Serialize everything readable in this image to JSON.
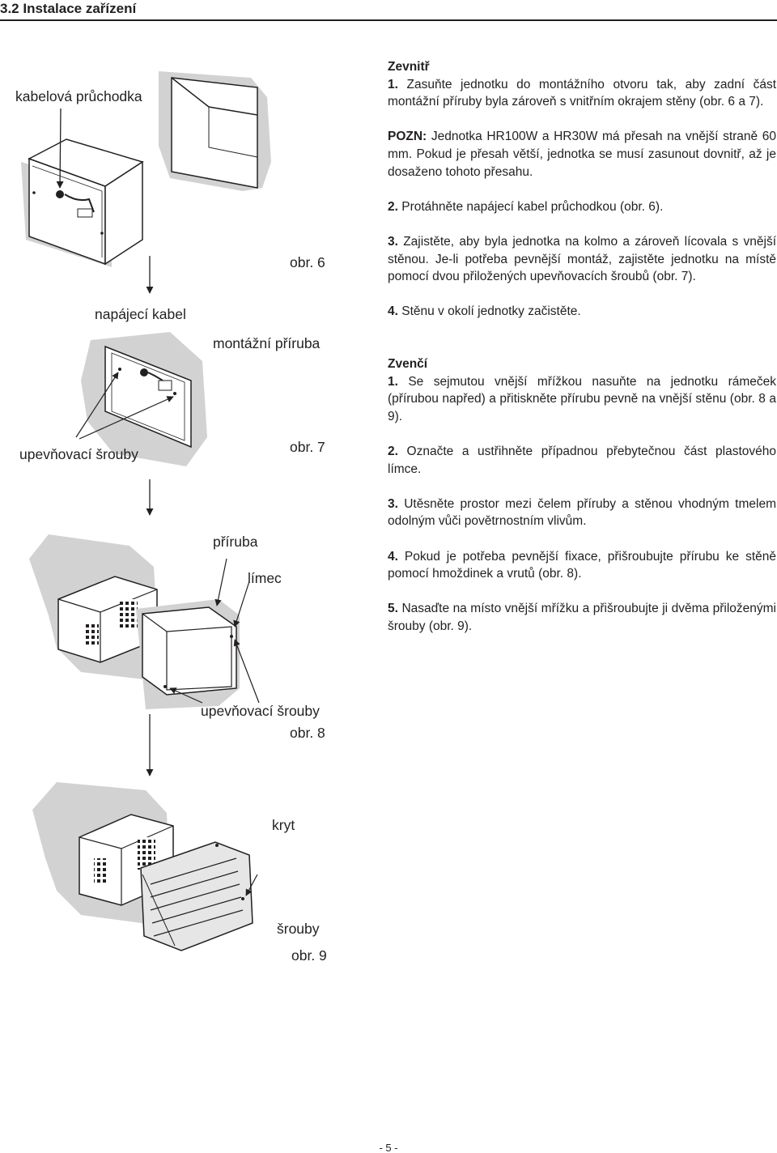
{
  "section": {
    "title": "3.2 Instalace zařízení"
  },
  "figures": {
    "fig6": {
      "caption": "obr. 6",
      "labels": {
        "cable_gland": "kabelová průchodka",
        "power_cable": "napájecí kabel",
        "mounting_flange": "montážní příruba"
      }
    },
    "fig7": {
      "caption": "obr. 7",
      "labels": {
        "fixing_screws": "upevňovací šrouby"
      }
    },
    "fig8": {
      "caption": "obr. 8",
      "labels": {
        "flange": "příruba",
        "collar": "límec",
        "fixing_screws": "upevňovací šrouby"
      }
    },
    "fig9": {
      "caption": "obr. 9",
      "labels": {
        "cover": "kryt",
        "screws": "šrouby"
      }
    }
  },
  "instructions": {
    "inside": {
      "heading": "Zevnitř",
      "step1": {
        "num": "1.",
        "text": "Zasuňte jednotku do montážního otvoru tak, aby zadní část montážní příruby byla zároveň s vnitřním okrajem stěny (obr. 6 a 7)."
      },
      "note": {
        "label": "POZN:",
        "text": "Jednotka HR100W a HR30W má přesah na vnější straně 60 mm. Pokud je přesah větší, jednotka se musí zasunout dovnitř, až je dosaženo tohoto přesahu."
      },
      "step2": {
        "num": "2.",
        "text": "Protáhněte napájecí kabel průchodkou (obr. 6)."
      },
      "step3": {
        "num": "3.",
        "text": "Zajistěte, aby byla jednotka na kolmo a zároveň lícovala s vnější stěnou. Je-li potřeba pevnější montáž, zajistěte jednotku na místě pomocí dvou přiložených upevňovacích šroubů (obr. 7)."
      },
      "step4": {
        "num": "4.",
        "text": "Stěnu v okolí jednotky začistěte."
      }
    },
    "outside": {
      "heading": "Zvenčí",
      "step1": {
        "num": "1.",
        "text": "Se sejmutou vnější mřížkou nasuňte na jednotku rámeček (přírubou napřed) a přitiskněte přírubu pevně na vnější stěnu (obr. 8 a 9)."
      },
      "step2": {
        "num": "2.",
        "text": "Označte a ustřihněte případnou přebytečnou část plastového límce."
      },
      "step3": {
        "num": "3.",
        "text": "Utěsněte prostor mezi čelem příruby a stěnou vhodným tmelem odolným vůči povětrnostním vlivům."
      },
      "step4": {
        "num": "4.",
        "text": "Pokud je potřeba pevnější fixace, přišroubujte přírubu ke stěně pomocí hmoždinek a vrutů (obr. 8)."
      },
      "step5": {
        "num": "5.",
        "text": "Nasaďte na místo vnější mřížku a přišroubujte ji dvěma přiloženými šrouby (obr. 9)."
      }
    }
  },
  "footer": {
    "page_number": "- 5 -"
  }
}
